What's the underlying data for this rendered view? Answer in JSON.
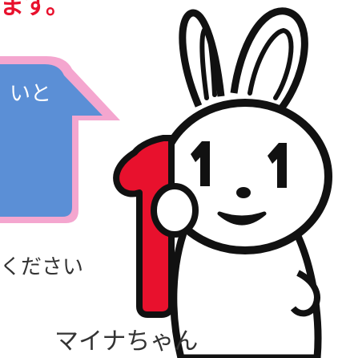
{
  "heading": {
    "text": "ます。",
    "color": "#e8112d"
  },
  "speech_bubble": {
    "text": "いと",
    "fill": "#5b8fd6",
    "border": "#f4a6cf"
  },
  "instruction": {
    "text": "ください"
  },
  "mascot": {
    "name": "マイナちゃん",
    "number_shown": "1",
    "eye_marks": [
      "1",
      "1"
    ],
    "accent": "#e8112d"
  }
}
